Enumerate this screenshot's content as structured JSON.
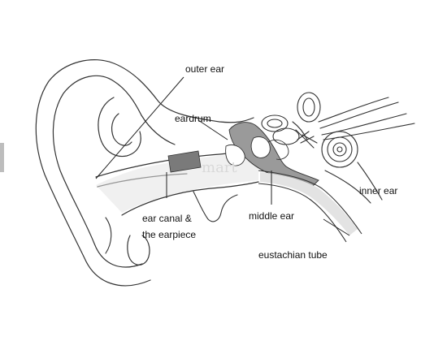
{
  "labels": {
    "outer_ear": "outer ear",
    "eardrum": "eardrum",
    "inner_ear": "inner ear",
    "ear_canal_line1": "ear canal &",
    "ear_canal_line2": "the earpiece",
    "middle_ear": "middle ear",
    "eustachian_tube": "eustachian tube"
  },
  "watermark": "mart",
  "colors": {
    "earpiece": "#7a7a7a",
    "middle_ear_fill": "#9a9a9a",
    "canal_shade": "#e3e3e3",
    "line": "#333333"
  }
}
